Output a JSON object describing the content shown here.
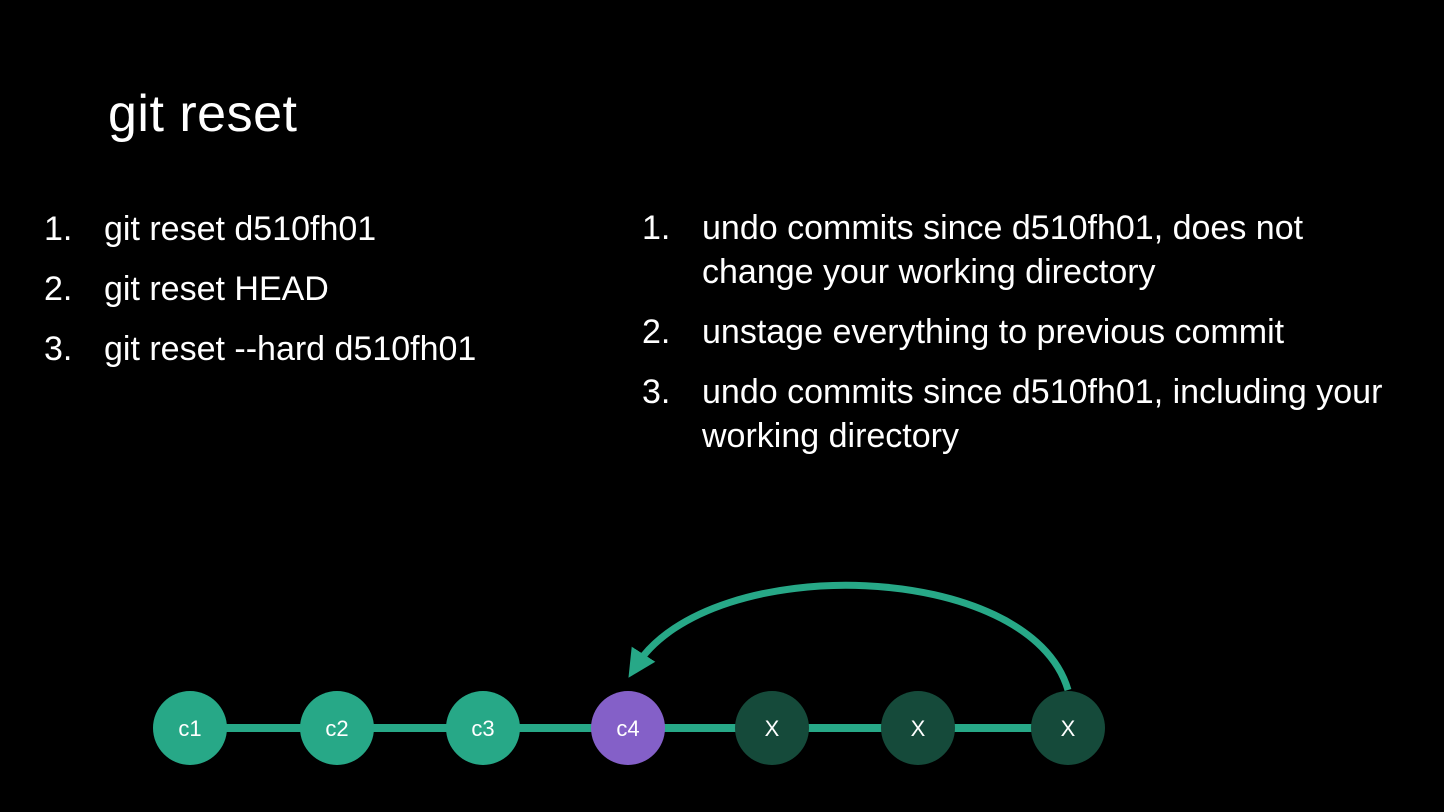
{
  "title": "git reset",
  "commands": [
    {
      "num": "1.",
      "text": "git reset d510fh01"
    },
    {
      "num": "2.",
      "text": "git reset HEAD"
    },
    {
      "num": "3.",
      "text": "git reset --hard d510fh01"
    }
  ],
  "descriptions": [
    {
      "num": "1.",
      "text": "undo commits since d510fh01, does not change your working directory"
    },
    {
      "num": "2.",
      "text": "unstage everything to previous commit"
    },
    {
      "num": "3.",
      "text": "undo commits since d510fh01, including your working directory"
    }
  ],
  "commit_graph": {
    "nodes": [
      {
        "label": "c1",
        "state": "kept"
      },
      {
        "label": "c2",
        "state": "kept"
      },
      {
        "label": "c3",
        "state": "kept"
      },
      {
        "label": "c4",
        "state": "target"
      },
      {
        "label": "X",
        "state": "undone"
      },
      {
        "label": "X",
        "state": "undone"
      },
      {
        "label": "X",
        "state": "undone"
      }
    ],
    "colors": {
      "kept": "#27a887",
      "target": "#8460c8",
      "undone": "#154a3a",
      "edge": "#27a887",
      "arrow": "#27a887"
    }
  }
}
